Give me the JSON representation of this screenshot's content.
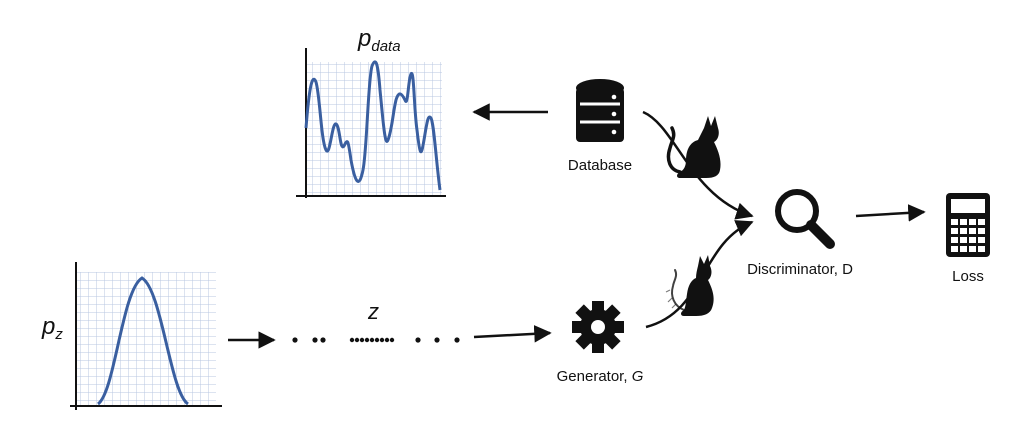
{
  "diagram": {
    "pdata": {
      "symbol": "p",
      "subscript": "data"
    },
    "pz": {
      "symbol": "p",
      "subscript": "z"
    },
    "latent": {
      "symbol": "z"
    },
    "database": {
      "label": "Database",
      "icon": "database-icon"
    },
    "generator": {
      "label_prefix": "Generator, ",
      "label_var": "G",
      "icon": "gear-icon"
    },
    "discriminator": {
      "label": "Discriminator, D",
      "icon": "magnifier-icon"
    },
    "loss": {
      "label": "Loss",
      "icon": "calculator-icon"
    },
    "real_sample_icon": "cat-icon",
    "fake_sample_icon": "cat-icon",
    "colors": {
      "curve": "#3a5fa0",
      "grid": "#b9c7e2",
      "ink": "#111111"
    }
  }
}
